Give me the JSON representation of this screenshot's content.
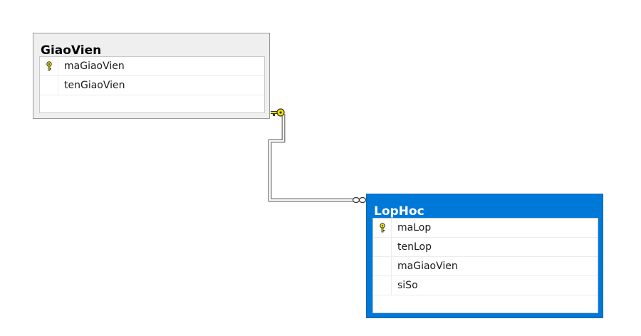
{
  "tables": [
    {
      "title": "GiaoVien",
      "columns": [
        {
          "name": "maGiaoVien",
          "primary_key": true
        },
        {
          "name": "tenGiaoVien",
          "primary_key": false
        }
      ]
    },
    {
      "title": "LopHoc",
      "selected": true,
      "columns": [
        {
          "name": "maLop",
          "primary_key": true
        },
        {
          "name": "tenLop",
          "primary_key": false
        },
        {
          "name": "maGiaoVien",
          "primary_key": false
        },
        {
          "name": "siSo",
          "primary_key": false
        }
      ]
    }
  ],
  "relationship": {
    "from": "GiaoVien",
    "to": "LopHoc",
    "from_end": "one",
    "to_end": "many"
  },
  "colors": {
    "selected_header": "#0078d7",
    "table_header": "#efefef",
    "key_icon": "#f2e200"
  }
}
